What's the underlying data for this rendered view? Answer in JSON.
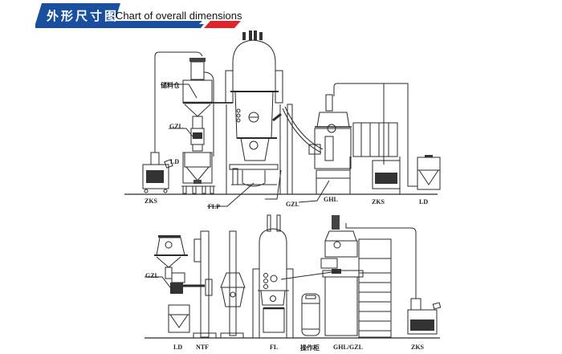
{
  "header": {
    "title_cn": "外形尺寸图",
    "title_en": "Chart of overall dimensions",
    "colors": {
      "blue": "#1a4fa0",
      "red": "#e0242c"
    }
  },
  "top_layout": {
    "labels": {
      "storage_bin": "储料仓",
      "gzl_left": "GZL",
      "ld_small": "LD",
      "zks_left": "ZKS",
      "flp": "FLP",
      "gzl_mid": "GZL",
      "ghl": "GHL",
      "zks_right": "ZKS",
      "ld_right": "LD"
    }
  },
  "bottom_layout": {
    "labels": {
      "gzl": "GZL",
      "ld": "LD",
      "ntf": "NTF",
      "fl": "FL",
      "control_cabinet": "操作柜",
      "ghl_gzl": "GHL/GZL",
      "zks": "ZKS"
    }
  }
}
